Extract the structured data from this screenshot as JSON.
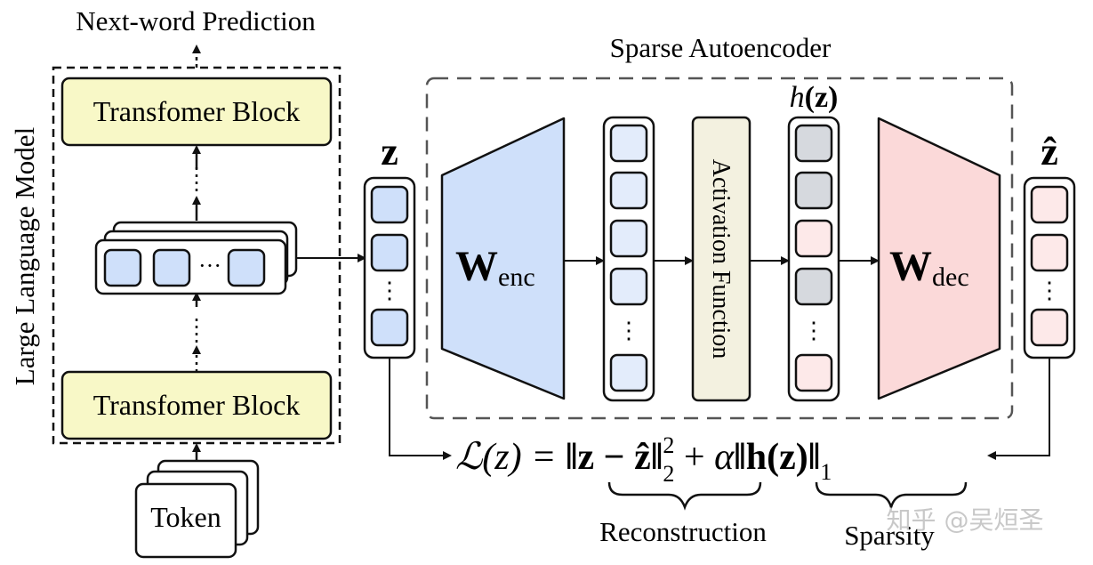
{
  "llm": {
    "top_label": "Next-word Prediction",
    "side_label": "Large Language Model",
    "block_top": "Transfomer Block",
    "block_bottom": "Transfomer Block",
    "token_label": "Token",
    "hidden_dots": "···"
  },
  "sae": {
    "title": "Sparse Autoencoder",
    "z_label": "z",
    "zhat_label": "ẑ",
    "hz_label_h": "h",
    "hz_label_z": "(z)",
    "w_enc": "W",
    "w_enc_sub": "enc",
    "w_dec": "W",
    "w_dec_sub": "dec",
    "activation": "Activation Function",
    "vdots": "⋮"
  },
  "loss": {
    "lhs": "ℒ(z) = ",
    "term1_open": "‖z − ẑ‖",
    "term1_sup": "2",
    "term1_sub": "2",
    "plus": " + ",
    "alpha": "α",
    "term2": "‖h(z)‖",
    "term2_sub": "1",
    "recon_label": "Reconstruction",
    "sparsity_label": "Sparsity"
  },
  "watermark": "知乎 @吴烜圣",
  "colors": {
    "yellow_fill": "#f8f8c7",
    "blue_cell": "#cfe0fa",
    "blue_light": "#e3ecfb",
    "enc_fill": "#cfe0fa",
    "dec_fill": "#fbd9d9",
    "pink_cell": "#fde9e9",
    "gray_cell": "#d6d9de",
    "activation_fill": "#f3f1e0",
    "stroke": "#111111",
    "dash_gray": "#555555"
  }
}
